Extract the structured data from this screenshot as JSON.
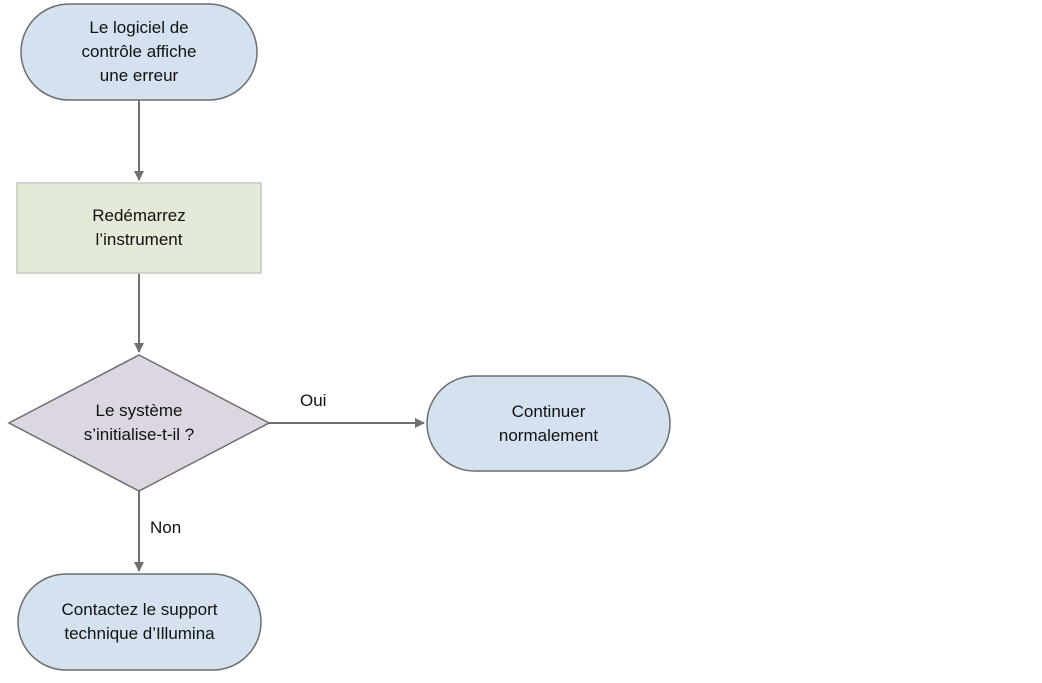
{
  "colors": {
    "terminal_fill": "#d4e2f0",
    "terminal_stroke": "#6e6e6e",
    "process_fill": "#e3ead7",
    "process_stroke": "#c3cbbd",
    "decision_fill": "#dcd6e3",
    "decision_stroke": "#6e6e6e",
    "connector": "#707070"
  },
  "nodes": {
    "start": {
      "shape": "terminal",
      "lines": [
        "Le logiciel de",
        "contrôle affiche",
        "une erreur"
      ]
    },
    "restart": {
      "shape": "process",
      "lines": [
        "Redémarrez",
        "l’instrument"
      ]
    },
    "decision": {
      "shape": "decision",
      "lines": [
        "Le système",
        "s’initialise-t-il ?"
      ]
    },
    "continue": {
      "shape": "terminal",
      "lines": [
        "Continuer",
        "normalement"
      ]
    },
    "support": {
      "shape": "terminal",
      "lines": [
        "Contactez le support",
        "technique d’Illumina"
      ]
    }
  },
  "edges": {
    "start_to_restart": {
      "from": "start",
      "to": "restart",
      "label": ""
    },
    "restart_to_decision": {
      "from": "restart",
      "to": "decision",
      "label": ""
    },
    "decision_yes": {
      "from": "decision",
      "to": "continue",
      "label": "Oui"
    },
    "decision_no": {
      "from": "decision",
      "to": "support",
      "label": "Non"
    }
  }
}
